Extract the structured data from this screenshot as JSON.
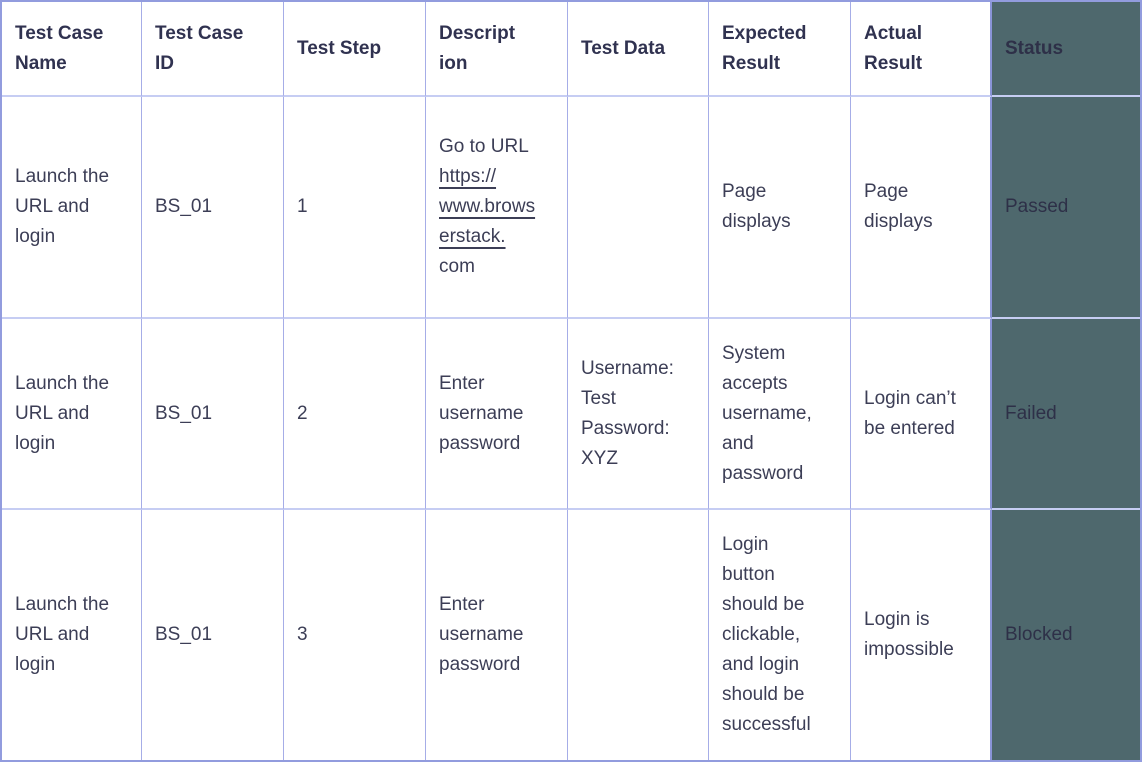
{
  "colors": {
    "status_column_bg": "#4E686D",
    "header_text": "#303250",
    "body_text": "#3C3E56",
    "status_text": "#2E3048",
    "border_outer": "#929CDE",
    "border_vertical": "#A6ADE7",
    "border_horizontal": "#C6CDF3",
    "border_status_divider": "#8A94D8"
  },
  "table": {
    "columns": [
      {
        "label": "Test Case\nName"
      },
      {
        "label": "Test Case\nID"
      },
      {
        "label": "Test Step"
      },
      {
        "label": "Descript\nion"
      },
      {
        "label": "Test Data"
      },
      {
        "label": "Expected\nResult"
      },
      {
        "label": "Actual\nResult"
      },
      {
        "label": "Status"
      }
    ],
    "rows": [
      {
        "name": "Launch the\nURL and\nlogin",
        "id": "BS_01",
        "step": "1",
        "description_prefix": "Go to URL\n",
        "description_link": "https://\nwww.brows\nerstack.",
        "description_suffix": "\ncom",
        "test_data": "",
        "expected": "Page\ndisplays",
        "actual": "Page\ndisplays",
        "status": "Passed"
      },
      {
        "name": "Launch the\nURL and\nlogin",
        "id": "BS_01",
        "step": "2",
        "description": "Enter\nusername\npassword",
        "test_data": "Username:\nTest\nPassword:\nXYZ",
        "expected": "System\naccepts\nusername,\nand\npassword",
        "actual": "Login can’t\nbe entered",
        "status": "Failed"
      },
      {
        "name": "Launch the\nURL and\nlogin",
        "id": "BS_01",
        "step": "3",
        "description": "Enter\nusername\npassword",
        "test_data": "",
        "expected": "Login\nbutton\nshould be\nclickable,\nand login\nshould be\nsuccessful",
        "actual": "Login is\nimpossible",
        "status": "Blocked"
      }
    ]
  }
}
